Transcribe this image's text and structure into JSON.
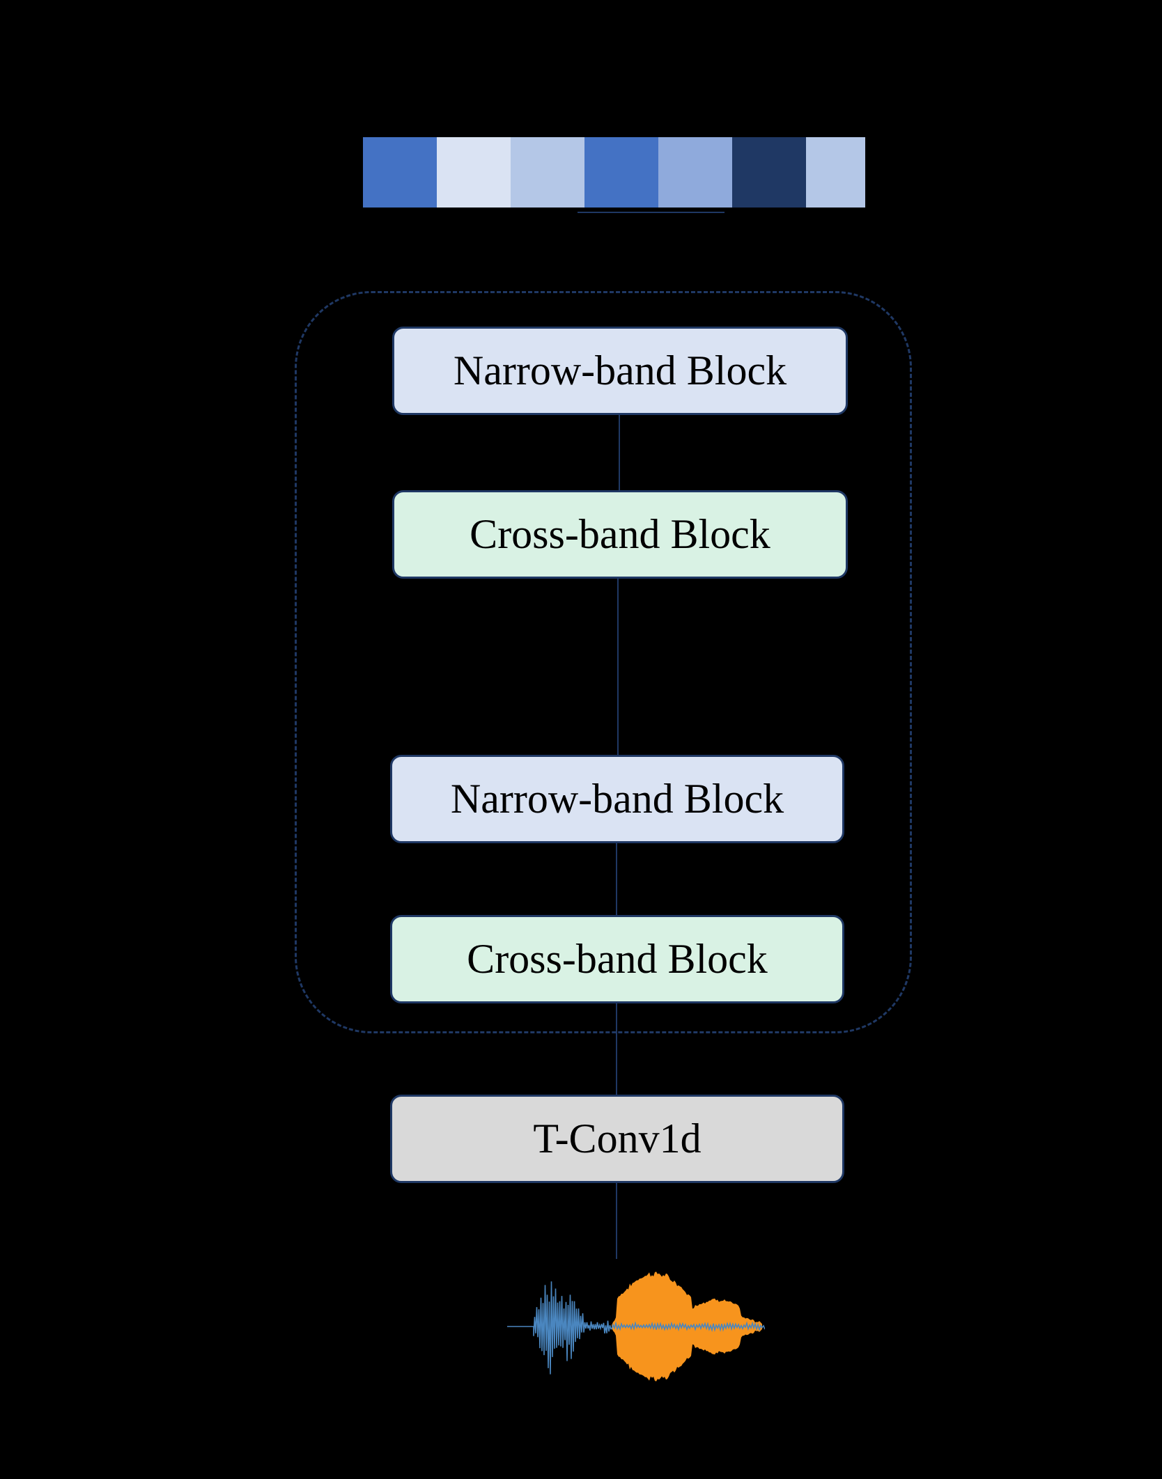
{
  "embedding_strip": {
    "cells": [
      {
        "color": "#4472c4",
        "share": 0.147
      },
      {
        "color": "#dae3f3",
        "share": 0.147
      },
      {
        "color": "#b4c7e7",
        "share": 0.147
      },
      {
        "color": "#4472c4",
        "share": 0.147
      },
      {
        "color": "#8faadc",
        "share": 0.147
      },
      {
        "color": "#1f3864",
        "share": 0.147
      },
      {
        "color": "#b4c7e7",
        "share": 0.118
      }
    ]
  },
  "blocks": {
    "narrow_band_1": {
      "label": "Narrow-band Block",
      "fill": "#dae3f3"
    },
    "cross_band_1": {
      "label": "Cross-band Block",
      "fill": "#d9f2e4"
    },
    "narrow_band_2": {
      "label": "Narrow-band Block",
      "fill": "#dae3f3"
    },
    "cross_band_2": {
      "label": "Cross-band Block",
      "fill": "#d9f2e4"
    },
    "tconv": {
      "label": "T-Conv1d",
      "fill": "#d9d9d9"
    }
  },
  "colors": {
    "outline": "#1f3864",
    "background": "#000000",
    "waveform_blue": "#4a86bf",
    "waveform_orange": "#f7941d"
  }
}
